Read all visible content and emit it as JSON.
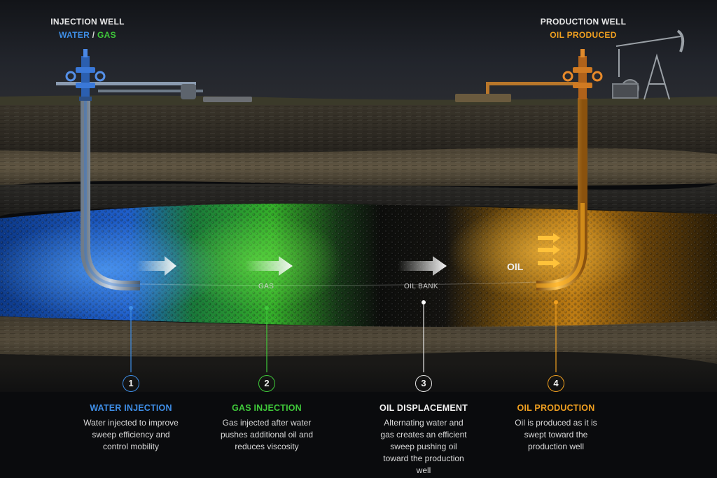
{
  "injection_well": {
    "title": "INJECTION WELL",
    "water": "WATER",
    "separator": "/",
    "gas": "GAS"
  },
  "production_well": {
    "title": "PRODUCTION WELL",
    "subtitle": "OIL PRODUCED"
  },
  "reservoir_labels": {
    "gas": "GAS",
    "oil_bank": "OIL BANK",
    "oil": "OIL"
  },
  "steps": [
    {
      "number": "1",
      "title": "WATER INJECTION",
      "description": "Water injected to improve sweep efficiency and control mobility",
      "color": "#3f8fe8"
    },
    {
      "number": "2",
      "title": "GAS INJECTION",
      "description": "Gas injected after water pushes additional oil and reduces viscosity",
      "color": "#3fc83a"
    },
    {
      "number": "3",
      "title": "OIL DISPLACEMENT",
      "description": "Alternating water and gas creates an efficient sweep pushing oil toward the production well",
      "color": "#f2f2f2"
    },
    {
      "number": "4",
      "title": "OIL PRODUCTION",
      "description": "Oil is produced as it is swept toward the production well",
      "color": "#f0a020"
    }
  ],
  "colors": {
    "water": "#3f8fe8",
    "gas": "#3fc83a",
    "oil": "#f0a020",
    "sky": "#1a1c22",
    "background": "#0a0b0d"
  },
  "icons": [
    "wellhead-valve-icon",
    "pumpjack-icon",
    "flow-arrow-icon"
  ]
}
